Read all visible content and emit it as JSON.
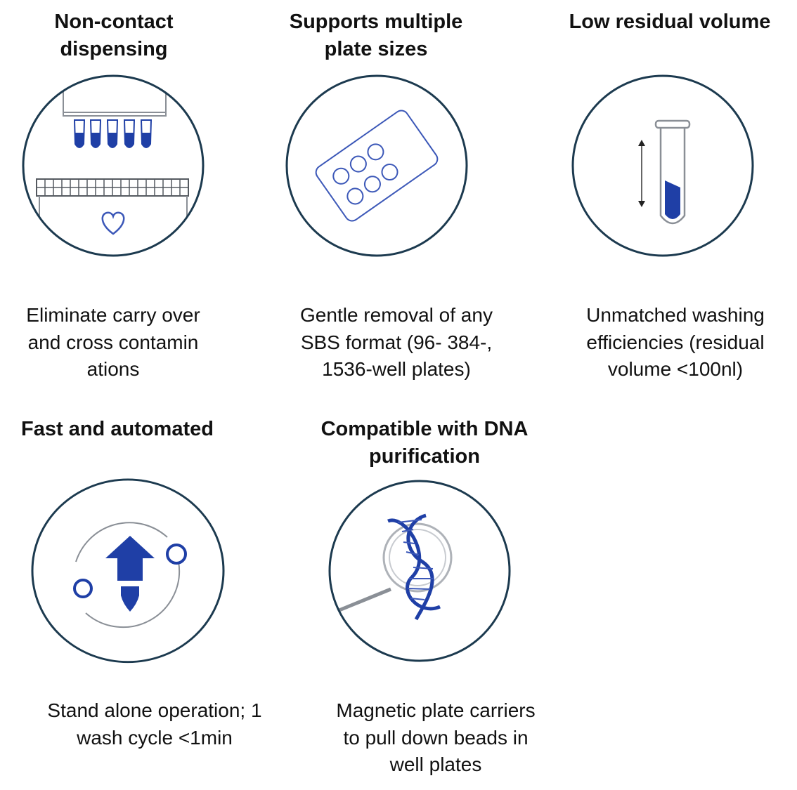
{
  "colors": {
    "circle_stroke": "#1c3a4f",
    "icon_blue": "#1f3fa6",
    "icon_outline": "#3c58b8",
    "line_gray": "#8a8f96"
  },
  "features": [
    {
      "id": "non-contact",
      "title": "Non-contact\ndispensing",
      "description": "Eliminate carry over\nand cross contamin\nations",
      "icon": "dispensing-icon"
    },
    {
      "id": "plate-sizes",
      "title": "Supports multiple\nplate sizes",
      "description": "Gentle removal of any\nSBS format (96- 384-,\n1536-well plates)",
      "icon": "well-plate-icon"
    },
    {
      "id": "residual-volume",
      "title": "Low residual volume",
      "description": "Unmatched washing\nefficiencies (residual\nvolume <100nl)",
      "icon": "test-tube-icon"
    },
    {
      "id": "fast-automated",
      "title": "Fast and automated",
      "description": "Stand alone operation; 1\nwash cycle <1min",
      "icon": "cycle-arrow-icon"
    },
    {
      "id": "dna-purification",
      "title": "Compatible with DNA\npurification",
      "description": "Magnetic plate carriers\nto pull down beads in\nwell plates",
      "icon": "dna-magnifier-icon"
    }
  ]
}
